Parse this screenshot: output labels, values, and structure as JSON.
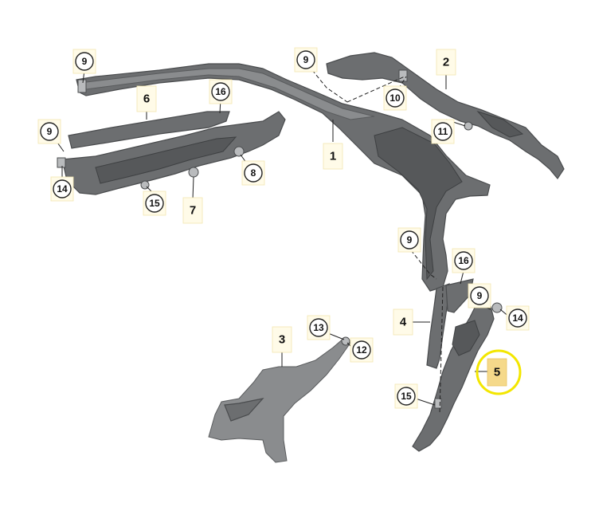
{
  "callouts": {
    "c9a": "9",
    "c9b": "9",
    "c9c": "9",
    "c9d": "9",
    "c9e": "9",
    "c10": "10",
    "c11": "11",
    "c12": "12",
    "c13": "13",
    "c14a": "14",
    "c14b": "14",
    "c15a": "15",
    "c15b": "15",
    "c16a": "16",
    "c16b": "16",
    "c8": "8"
  },
  "parts": {
    "p1": "1",
    "p2": "2",
    "p3": "3",
    "p4": "4",
    "p5": "5",
    "p6": "6",
    "p7": "7"
  },
  "highlight": {
    "part": "5",
    "ring_color": "#f3e600"
  }
}
